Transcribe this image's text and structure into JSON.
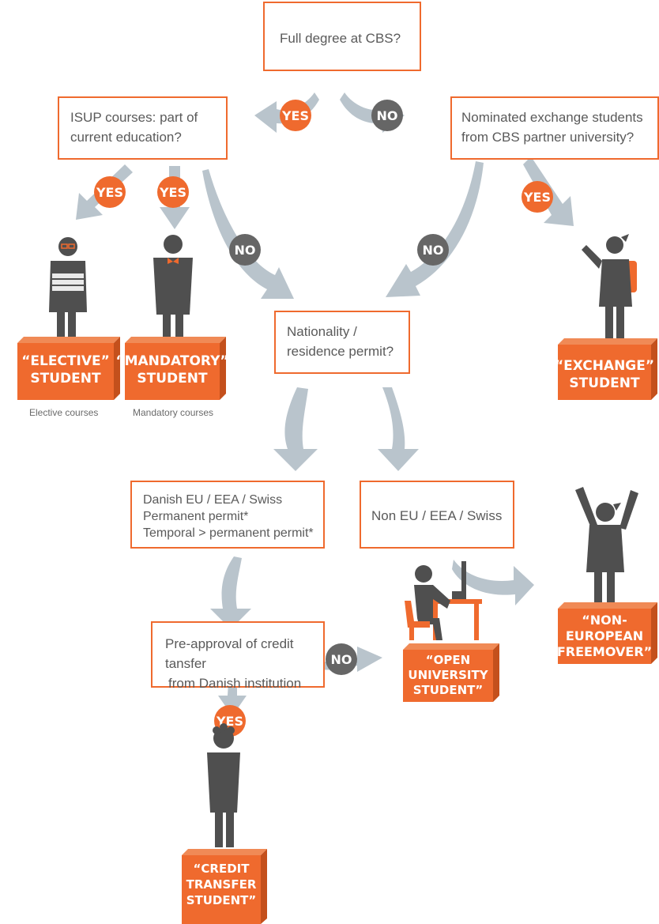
{
  "colors": {
    "accent": "#ef6a2e",
    "arrow": "#b9c4cc",
    "figure": "#4f4f4f",
    "badge_no": "#666666"
  },
  "boxes": {
    "full_degree": "Full degree at CBS?",
    "isup": [
      "ISUP courses: part of",
      "current education?"
    ],
    "nominated": [
      "Nominated exchange students",
      "from CBS partner university?"
    ],
    "nationality": [
      "Nationality /",
      "residence permit?"
    ],
    "danish": [
      "Danish EU / EEA / Swiss",
      "Permanent permit*",
      "Temporal > permanent permit*"
    ],
    "non_eu": "Non EU / EEA / Swiss",
    "pre_approval": [
      "Pre-approval of credit tansfer",
      "from Danish institution"
    ]
  },
  "badges": {
    "yes": "YES",
    "no": "NO"
  },
  "pedestals": {
    "elective": [
      "“ELECTIVE”",
      "STUDENT"
    ],
    "mandatory": [
      "“MANDATORY”",
      "STUDENT"
    ],
    "exchange": [
      "“EXCHANGE”",
      "STUDENT"
    ],
    "non_european": [
      "“NON-",
      "EUROPEAN",
      "FREEMOVER”"
    ],
    "open_university": [
      "“OPEN",
      "UNIVERSITY",
      "STUDENT”"
    ],
    "credit_transfer": [
      "“CREDIT",
      "TRANSFER",
      "STUDENT”"
    ]
  },
  "captions": {
    "elective": "Elective courses",
    "mandatory": "Mandatory courses"
  }
}
